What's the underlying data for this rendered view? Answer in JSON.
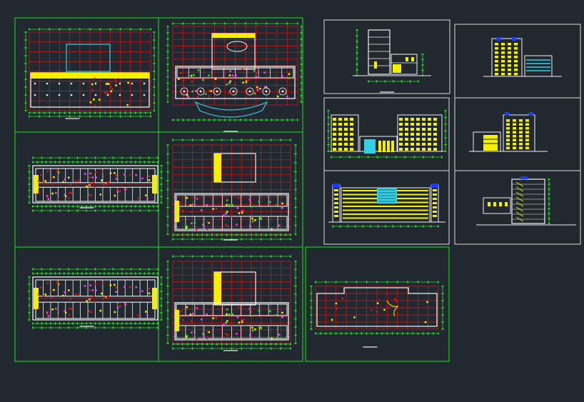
{
  "canvas": {
    "background": "#212830"
  },
  "colors": {
    "frame_green": "#19e619",
    "frame_white": "#dcdcdc",
    "grid_red": "#d21818",
    "dim_green": "#26e026",
    "wall_white": "#f0f0f0",
    "fill_yellow": "#f4f000",
    "accent_cyan": "#33d0e6",
    "accent_blue": "#1a3cff",
    "accent_magenta": "#ff40ff"
  },
  "sheets": [
    {
      "id": "plan-1",
      "kind": "site-plan"
    },
    {
      "id": "plan-2",
      "kind": "ground-floor-plan"
    },
    {
      "id": "plan-3",
      "kind": "typical-floor-plan"
    },
    {
      "id": "plan-4",
      "kind": "podium-floor-plan"
    },
    {
      "id": "plan-5",
      "kind": "typical-floor-plan"
    },
    {
      "id": "plan-6",
      "kind": "podium-floor-plan"
    },
    {
      "id": "plan-7",
      "kind": "roof-plan"
    },
    {
      "id": "section-1",
      "kind": "section"
    },
    {
      "id": "elevation-front",
      "kind": "elevation"
    },
    {
      "id": "elevation-rear",
      "kind": "elevation"
    },
    {
      "id": "elevation-side-1",
      "kind": "elevation"
    },
    {
      "id": "elevation-side-2",
      "kind": "elevation"
    },
    {
      "id": "section-2",
      "kind": "section"
    }
  ]
}
